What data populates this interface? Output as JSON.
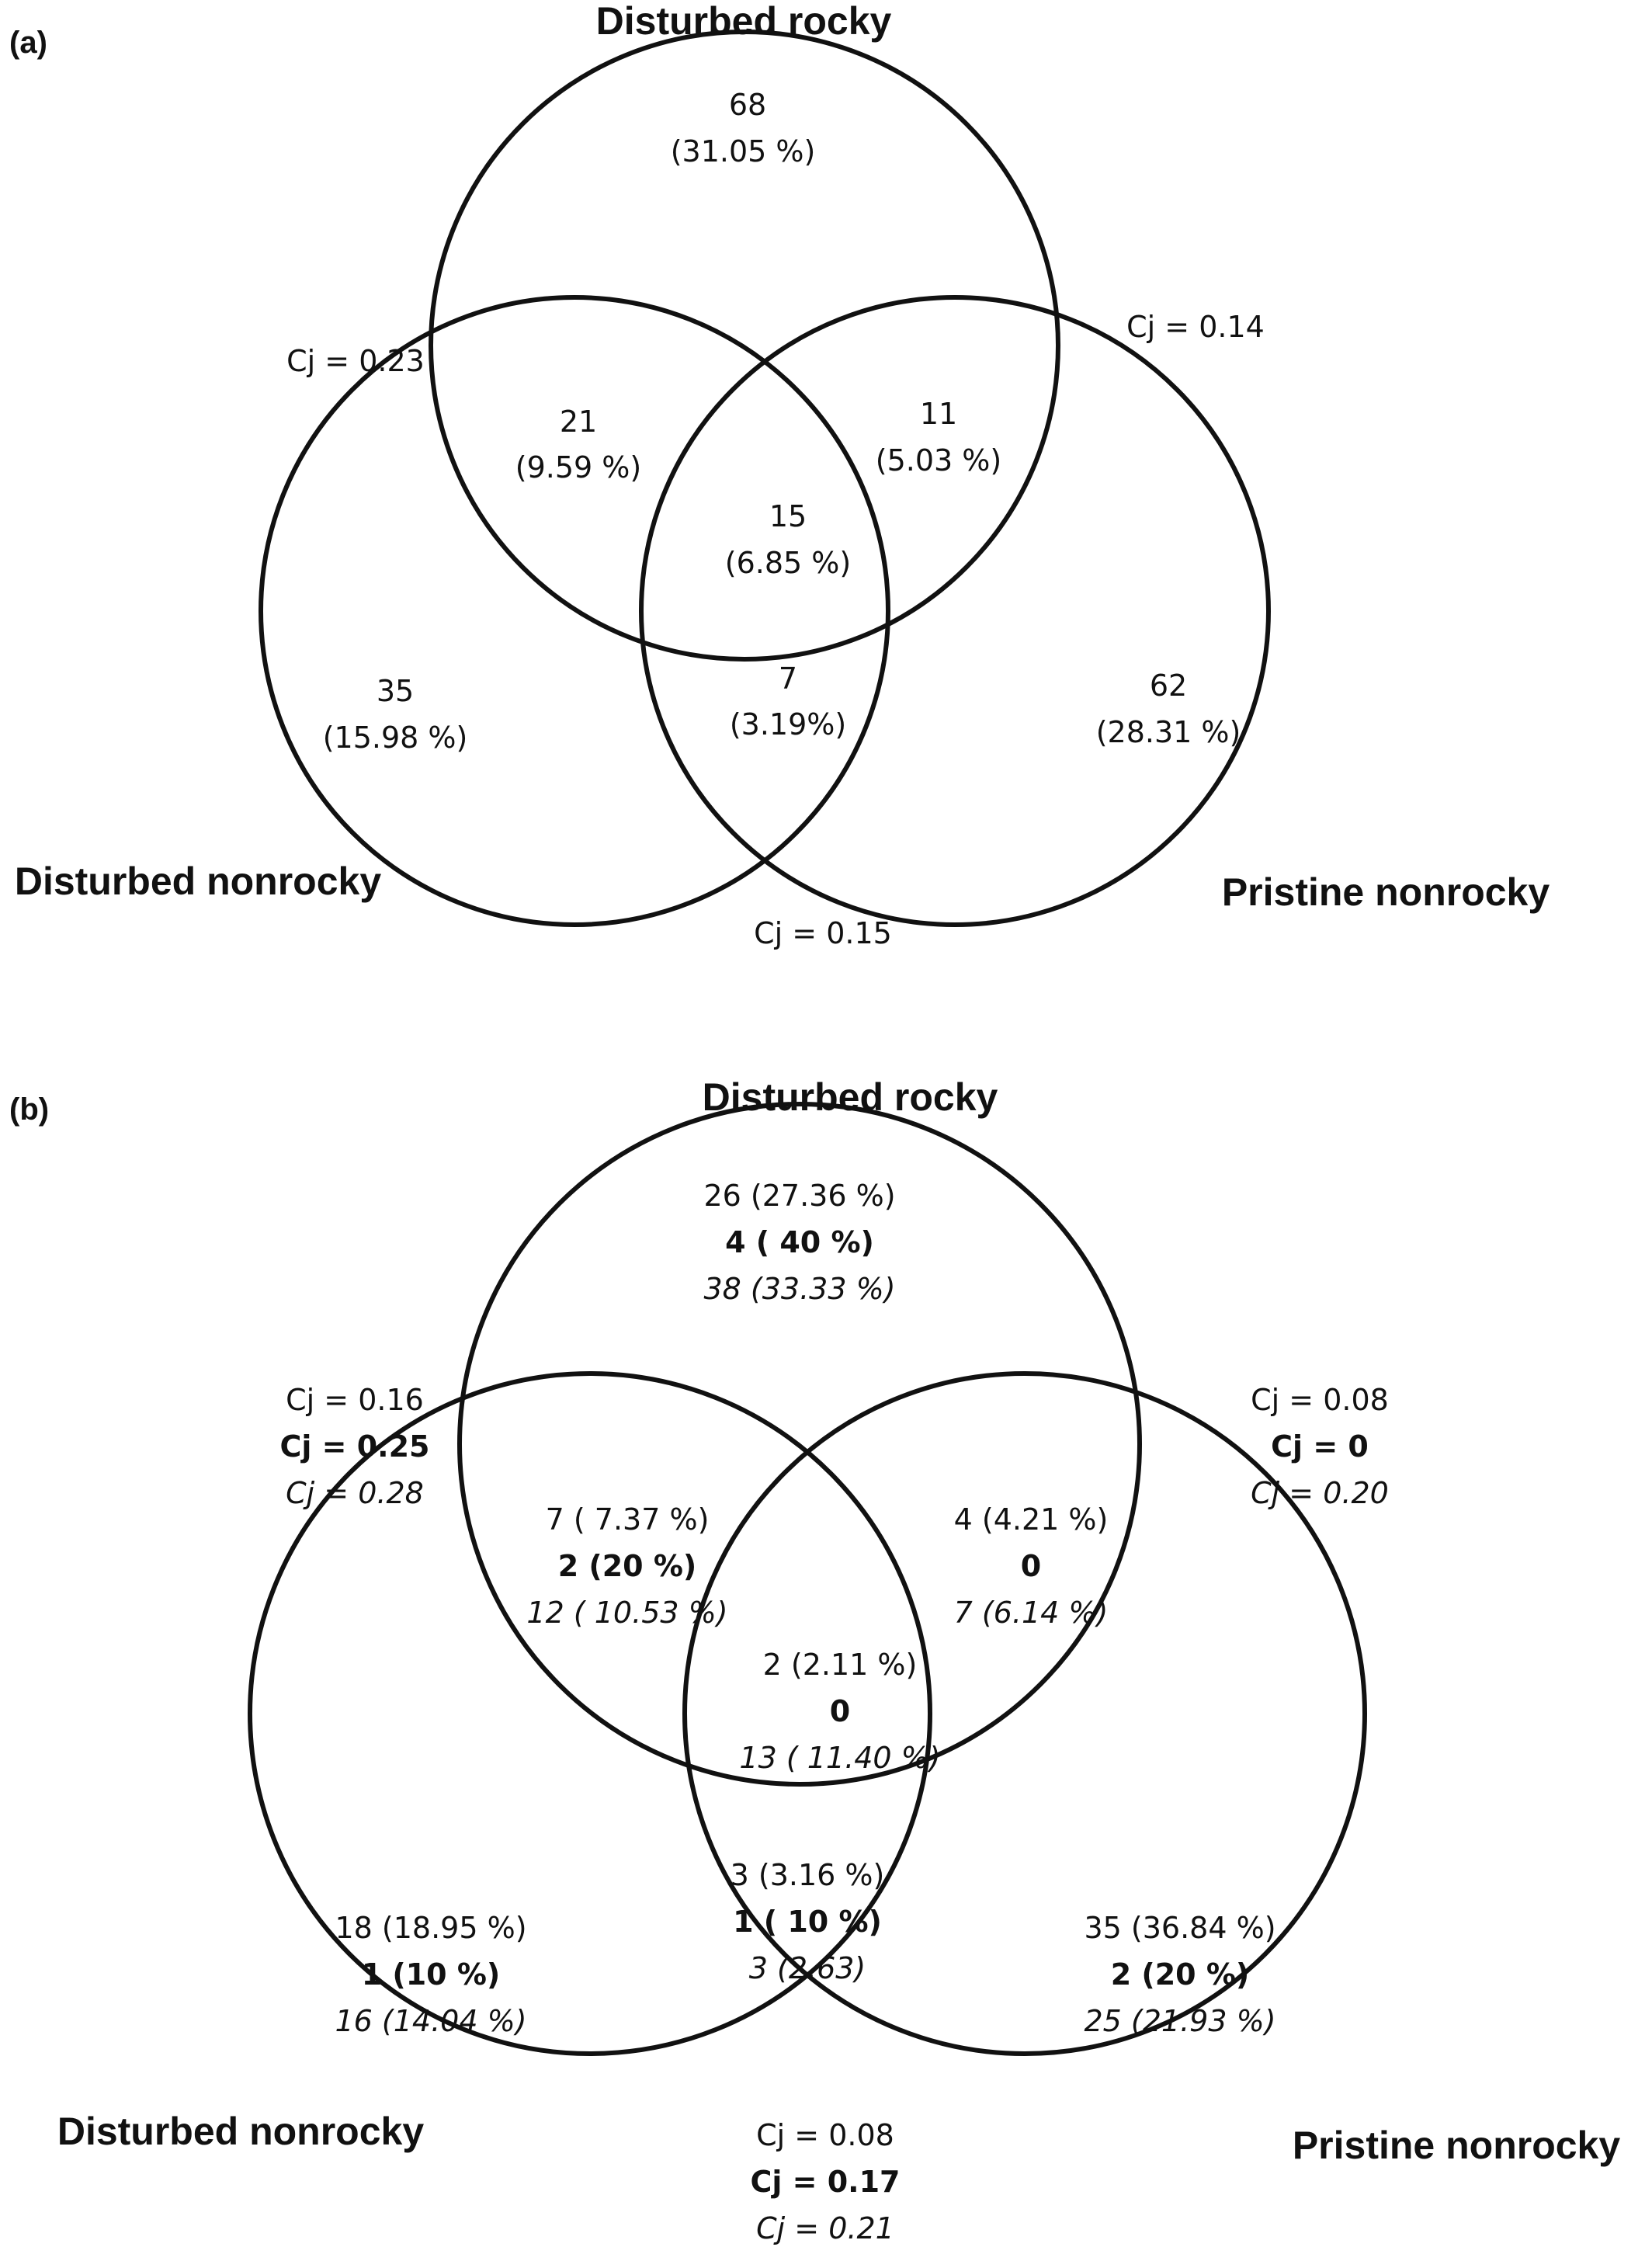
{
  "panel_a": {
    "label": "(a)",
    "titles": {
      "disturbed_rocky": "Disturbed rocky",
      "disturbed_nonrocky": "Disturbed nonrocky",
      "pristine_nonrocky": "Pristine nonrocky"
    },
    "regions": {
      "rocky_only": {
        "count": "68",
        "pct": "(31.05 %)"
      },
      "rocky_nonrocky": {
        "count": "21",
        "pct": "(9.59 %)"
      },
      "rocky_pristine": {
        "count": "11",
        "pct": "(5.03 %)"
      },
      "all_three": {
        "count": "15",
        "pct": "(6.85 %)"
      },
      "nonrocky_only": {
        "count": "35",
        "pct": "(15.98 %)"
      },
      "nonrocky_pristine": {
        "count": "7",
        "pct": "(3.19%)"
      },
      "pristine_only": {
        "count": "62",
        "pct": "(28.31 %)"
      }
    },
    "cj": {
      "rocky_nonrocky": "Cj = 0.23",
      "rocky_pristine": "Cj = 0.14",
      "nonrocky_pristine": "Cj = 0.15"
    }
  },
  "panel_b": {
    "label": "(b)",
    "titles": {
      "disturbed_rocky": "Disturbed rocky",
      "disturbed_nonrocky": "Disturbed nonrocky",
      "pristine_nonrocky": "Pristine nonrocky"
    },
    "regions": {
      "rocky_only": [
        "26 (27.36 %)",
        "4 ( 40 %)",
        "38 (33.33 %)"
      ],
      "rocky_nonrocky": [
        "7 ( 7.37 %)",
        "2 (20 %)",
        "12 ( 10.53 %)"
      ],
      "rocky_pristine": [
        "4 (4.21 %)",
        "0",
        "7 (6.14 %)"
      ],
      "all_three": [
        "2 (2.11 %)",
        "0",
        "13 ( 11.40 %)"
      ],
      "nonrocky_pristine": [
        "3 (3.16 %)",
        "1 ( 10 %)",
        "3 (2.63)"
      ],
      "nonrocky_only": [
        "18 (18.95 %)",
        "1 (10 %)",
        "16 (14.04 %)"
      ],
      "pristine_only": [
        "35 (36.84 %)",
        "2 (20 %)",
        "25 (21.93 %)"
      ]
    },
    "cj": {
      "rocky_nonrocky": [
        "Cj = 0.16",
        "Cj = 0.25",
        "Cj = 0.28"
      ],
      "rocky_pristine": [
        "Cj = 0.08",
        "Cj = 0",
        "Cj = 0.20"
      ],
      "nonrocky_pristine": [
        "Cj = 0.08",
        "Cj = 0.17",
        "Cj = 0.21"
      ]
    }
  }
}
